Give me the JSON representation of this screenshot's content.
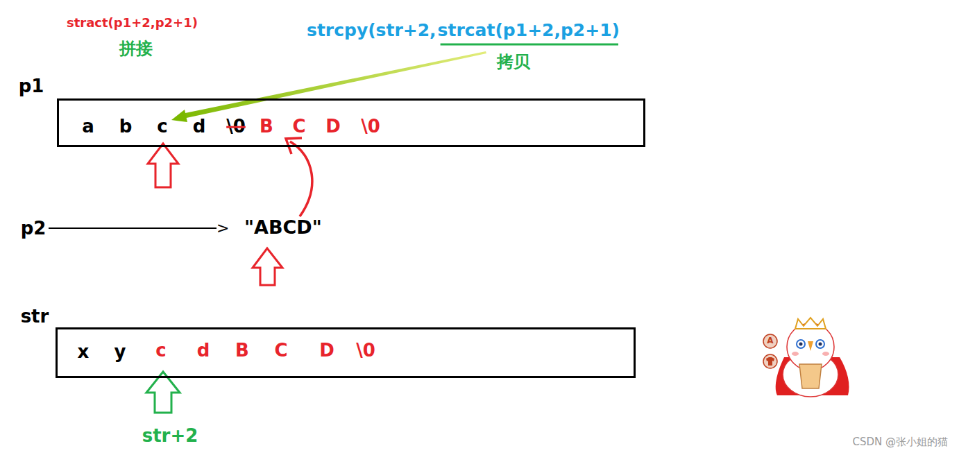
{
  "diagram": {
    "nodes": [
      {
        "text": [
          "p1",
          "a",
          "b",
          "c",
          "d",
          "\\0",
          "B",
          "C",
          "D",
          "\\0"
        ]
      },
      {
        "text": [
          "str",
          "x",
          "y",
          "c",
          "d",
          "B",
          "C",
          "D",
          "\\0"
        ]
      }
    ],
    "labels": [
      "stract(p1+2,p2+1)",
      "拼接",
      "strcpy(str+2,",
      "strcat(p1+2,p2+1)",
      "拷贝",
      "p2",
      ">",
      "\"ABCD\"",
      "str+2",
      "A",
      "CSDN @张小姐的猫"
    ]
  }
}
